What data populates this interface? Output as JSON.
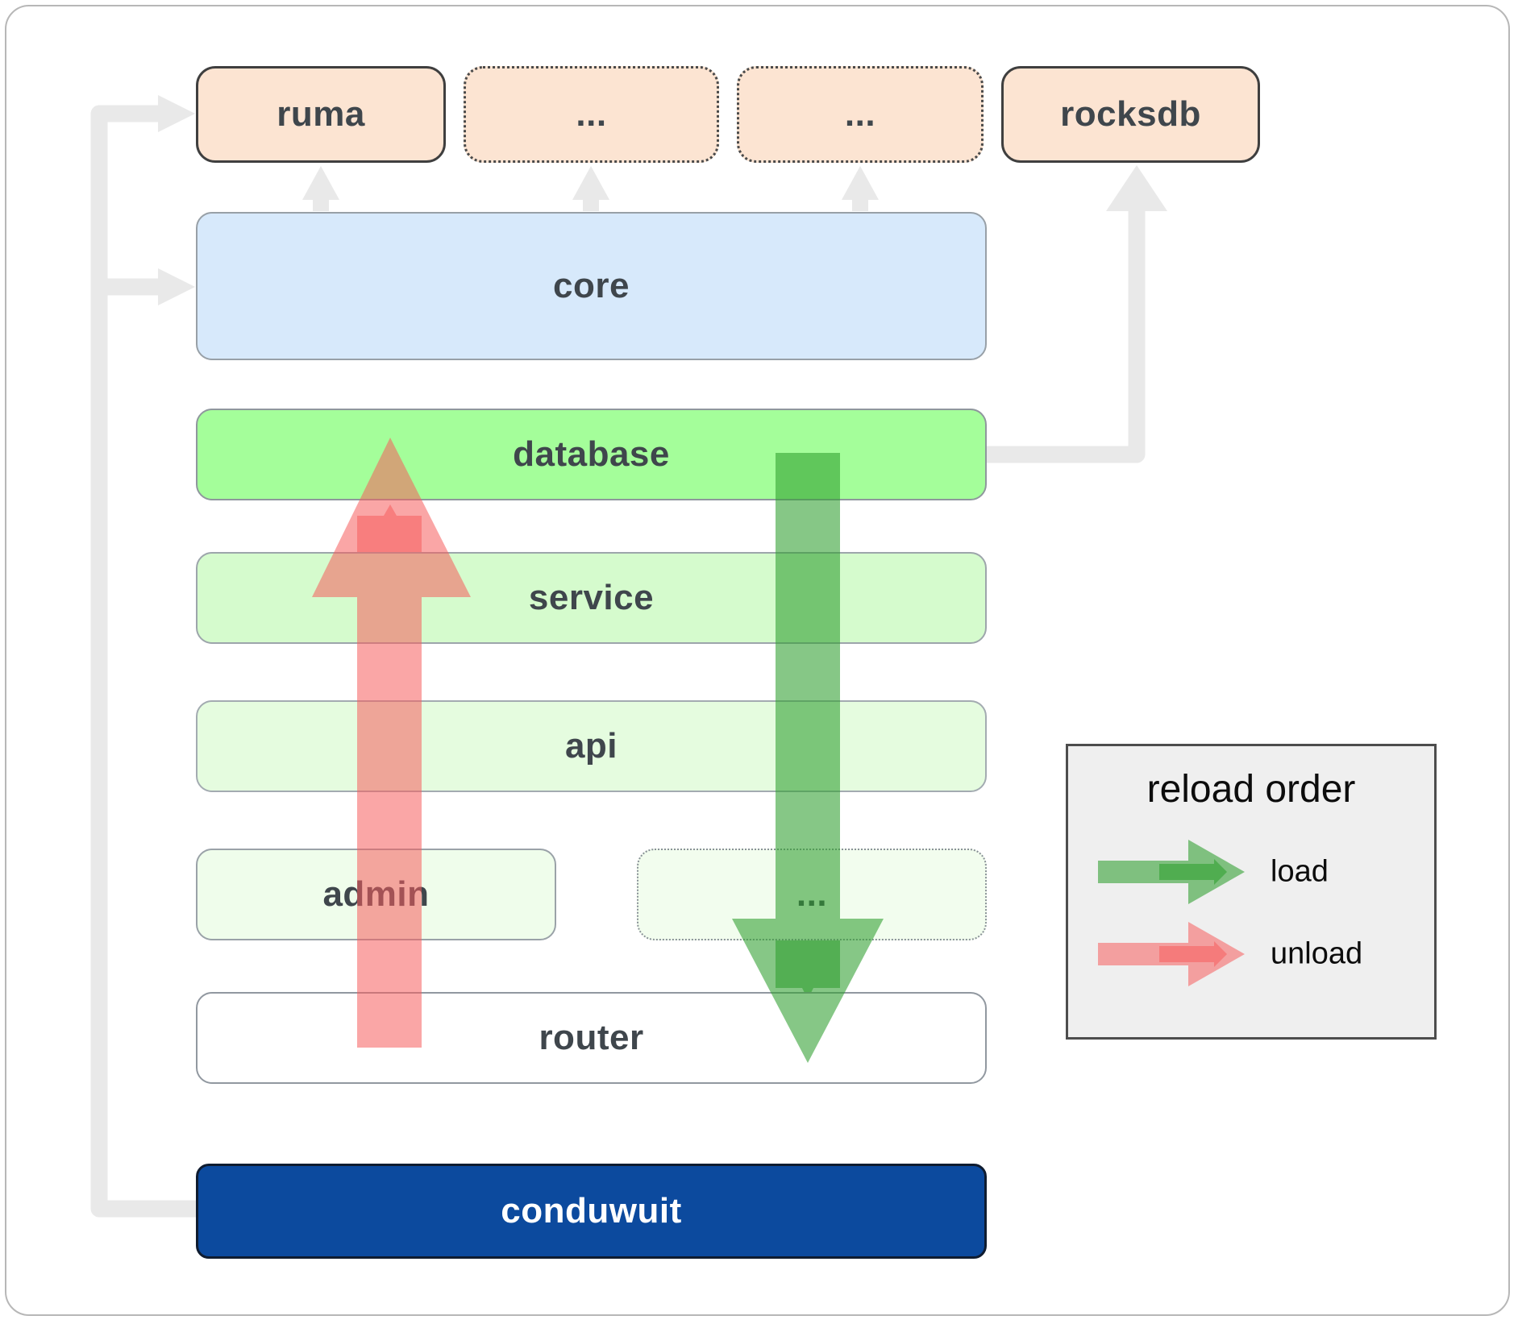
{
  "diagram": {
    "top_row": [
      {
        "label": "ruma",
        "border": "solid"
      },
      {
        "label": "...",
        "border": "dotted"
      },
      {
        "label": "...",
        "border": "dotted"
      },
      {
        "label": "rocksdb",
        "border": "solid"
      }
    ],
    "stack": [
      {
        "label": "core"
      },
      {
        "label": "database"
      },
      {
        "label": "service"
      },
      {
        "label": "api"
      },
      {
        "label": "admin"
      },
      {
        "label": "..."
      },
      {
        "label": "router"
      },
      {
        "label": "conduwuit"
      }
    ],
    "legend": {
      "title": "reload order",
      "items": [
        {
          "label": "load",
          "color": "#2f9e2f"
        },
        {
          "label": "unload",
          "color": "#f65c5c"
        }
      ]
    },
    "colors": {
      "crate_fill": "#fce4d2",
      "core_fill": "#d7e9fb",
      "database_fill": "#a4fe9a",
      "service_fill": "#d5fbcd",
      "api_fill": "#e5fcdf",
      "admin_fill": "#effdeb",
      "ellipsis_fill": "#f2fdee",
      "router_fill": "#ffffff",
      "conduwuit_fill": "#0c4a9e",
      "legend_fill": "#efefef",
      "connector": "#e9e9e9",
      "load_arrow": "#2f9e2f",
      "unload_arrow": "#f65c5c"
    }
  }
}
